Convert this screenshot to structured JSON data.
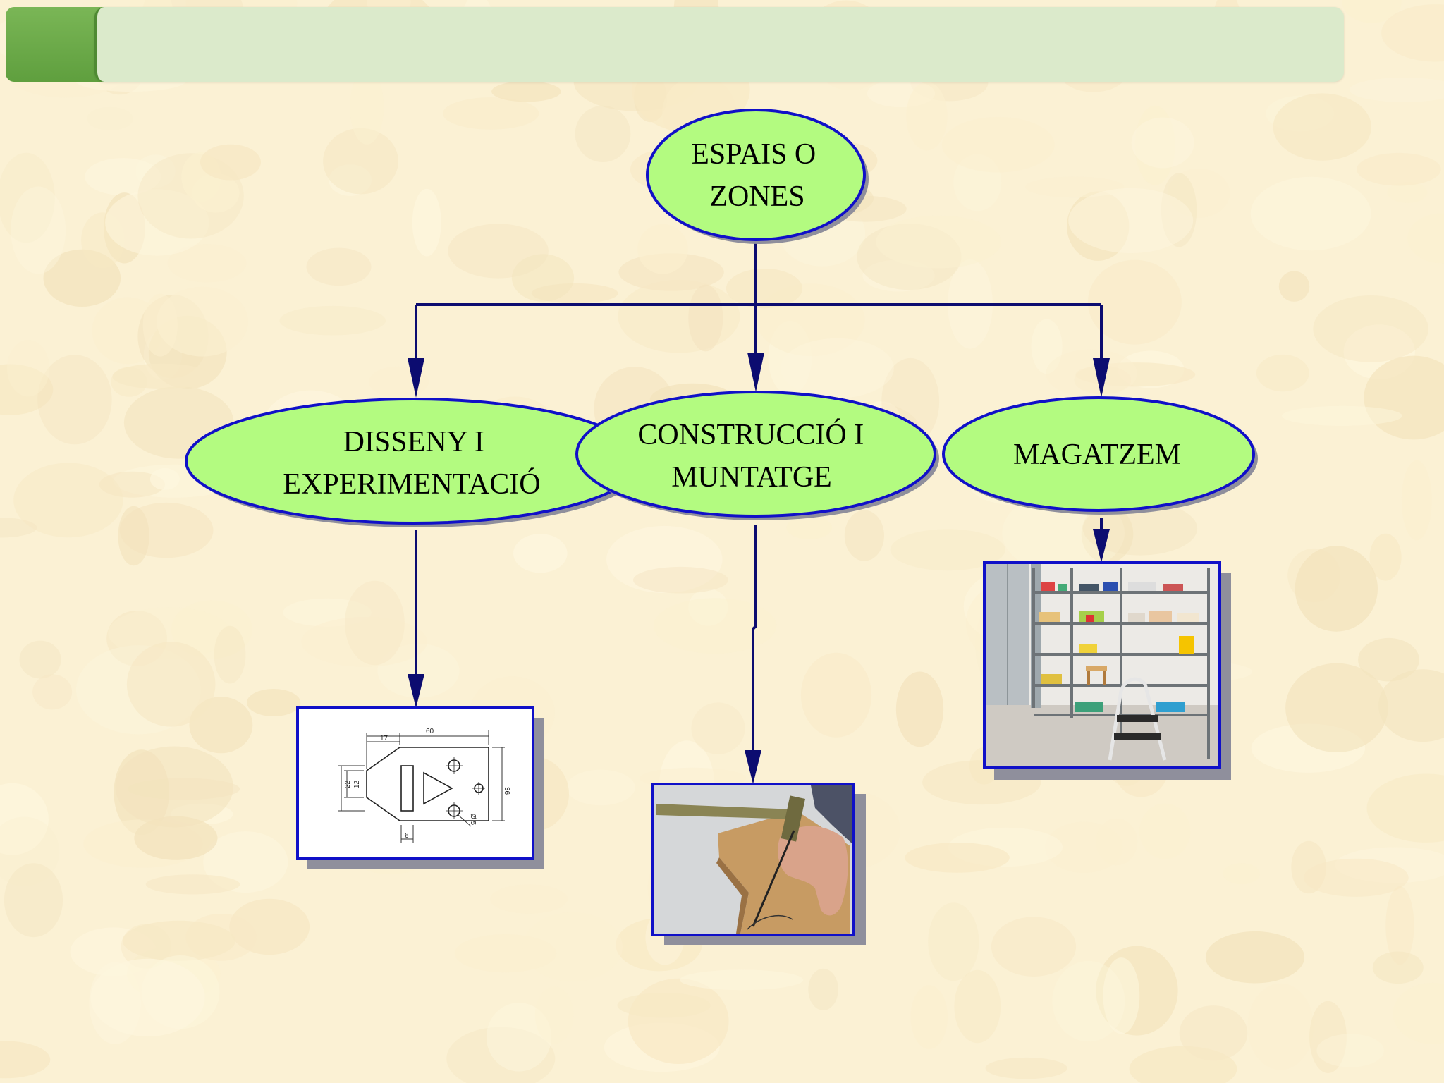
{
  "colors": {
    "background": "#fbf1d4",
    "header_accent": "#6aab47",
    "header_band": "#dbeacb",
    "node_fill": "#b3fb80",
    "node_border": "#1010c8",
    "connector": "#0c0c70",
    "shadow": "#8f8f9c"
  },
  "diagram": {
    "root": {
      "lines": [
        "ESPAIS O",
        "ZONES"
      ]
    },
    "children": [
      {
        "id": "disseny",
        "lines": [
          "DISSENY I",
          "EXPERIMENTACIÓ"
        ],
        "image": "technical-drawing-image",
        "drawing_labels": [
          "60",
          "17",
          "22",
          "12",
          "36",
          "Ø 5",
          "6"
        ]
      },
      {
        "id": "construccio",
        "lines": [
          "CONSTRUCCIÓ I",
          "MUNTATGE"
        ],
        "image": "sawing-photo"
      },
      {
        "id": "magatzem",
        "lines": [
          "MAGATZEM"
        ],
        "image": "storage-shelves-photo"
      }
    ]
  }
}
